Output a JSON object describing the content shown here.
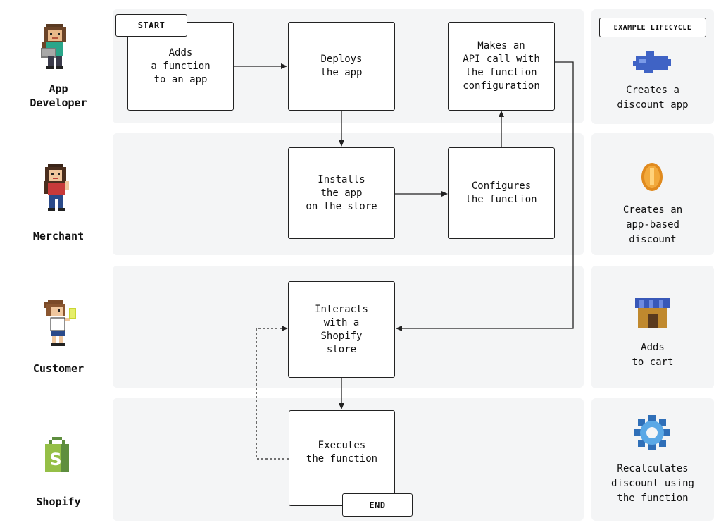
{
  "actors": {
    "app_developer": "App\nDeveloper",
    "merchant": "Merchant",
    "customer": "Customer",
    "shopify": "Shopify"
  },
  "tags": {
    "start": "START",
    "end": "END",
    "example": "EXAMPLE LIFECYCLE"
  },
  "steps": {
    "adds_function": "Adds\na function\nto an app",
    "deploys": "Deploys\nthe app",
    "api_call": "Makes an\nAPI call with\nthe function\nconfiguration",
    "installs": "Installs\nthe app\non the store",
    "configures": "Configures\nthe function",
    "interacts": "Interacts\nwith a\nShopify\nstore",
    "executes": "Executes\nthe function"
  },
  "example": {
    "developer": "Creates a\ndiscount app",
    "merchant": "Creates an\napp-based\ndiscount",
    "customer": "Adds\nto cart",
    "shopify": "Recalculates\ndiscount using\nthe function"
  },
  "icons": {
    "developer": "developer-avatar-icon",
    "merchant": "merchant-avatar-icon",
    "customer": "customer-avatar-icon",
    "shopify": "shopify-bag-icon",
    "puzzle": "puzzle-piece-icon",
    "coin": "coin-icon",
    "store": "storefront-icon",
    "gear": "gear-icon"
  },
  "colors": {
    "lane_bg": "#f4f5f6",
    "shopify_green": "#95bf47",
    "puzzle_blue": "#3f63c5",
    "coin_gold": "#f2a93b",
    "awning_blue": "#3858b8",
    "gear_blue": "#5aa8e6"
  }
}
